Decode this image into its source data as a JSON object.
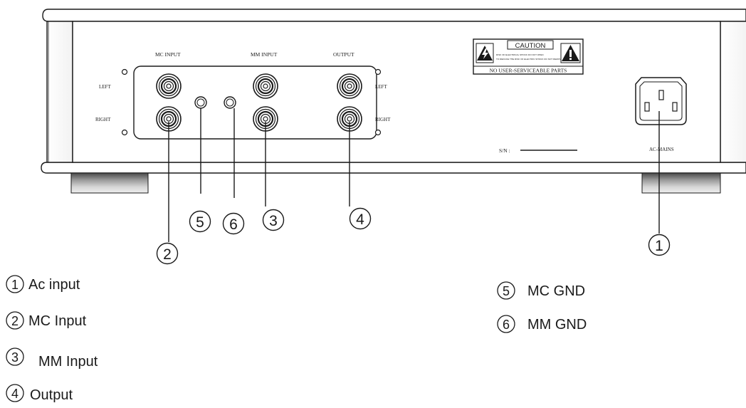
{
  "panel": {
    "labels": {
      "mc_input": "MC INPUT",
      "mm_input": "MM INPUT",
      "output": "OUTPUT",
      "left": "LEFT",
      "right": "RIGHT",
      "ac_mains": "AC-MAINS",
      "serial": "S/N :"
    },
    "caution": {
      "title": "CAUTION",
      "fine_print_1": "RISK OF ELECTRICAL SHOCK DO NOT OPEN",
      "fine_print_2": "TO REDUCE THE RISK OF ELECTRIC SHOCK DO NOT REMOVE COVER",
      "footer": "NO USER-SERVICEABLE PARTS"
    }
  },
  "callouts": {
    "ac": "1",
    "mc_in": "2",
    "mm_in": "3",
    "out": "4",
    "mc_gnd": "5",
    "mm_gnd": "6"
  },
  "legend": [
    {
      "num": "1",
      "text": "Ac input"
    },
    {
      "num": "2",
      "text": "MC Input"
    },
    {
      "num": "3",
      "text": "MM Input"
    },
    {
      "num": "4",
      "text": "Output"
    },
    {
      "num": "5",
      "text": "MC GND"
    },
    {
      "num": "6",
      "text": "MM GND"
    }
  ],
  "colors": {
    "line": "#1a1a1a",
    "panel_fill": "#ffffff",
    "foot_dark": "#5a5a5a",
    "foot_light": "#d8d8d8"
  }
}
